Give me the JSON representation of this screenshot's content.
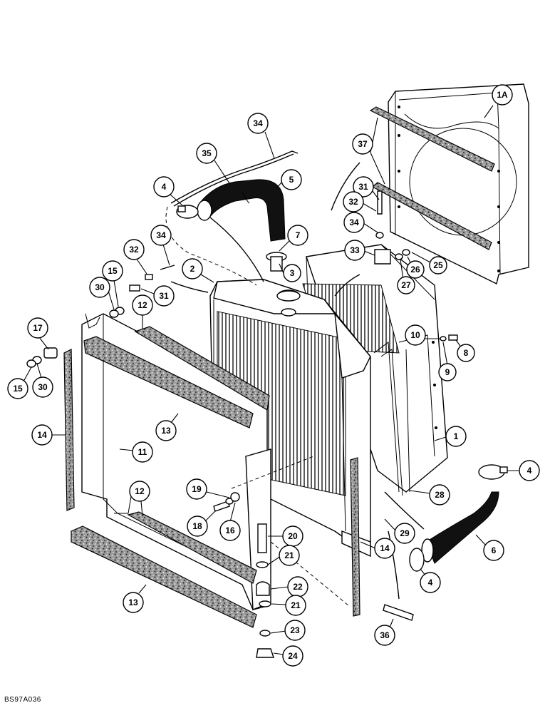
{
  "figure_code": "BS97A036",
  "callouts": {
    "c1a": "1A",
    "c37": "37",
    "c31a": "31",
    "c32a": "32",
    "c34a": "34",
    "c33": "33",
    "c26": "26",
    "c25": "25",
    "c27": "27",
    "c34b": "34",
    "c35": "35",
    "c4a": "4",
    "c5": "5",
    "c7": "7",
    "c3": "3",
    "c2": "2",
    "c34c": "34",
    "c32b": "32",
    "c31b": "31",
    "c15a": "15",
    "c30a": "30",
    "c12a": "12",
    "c17": "17",
    "c15b": "15",
    "c30b": "30",
    "c10": "10",
    "c8": "8",
    "c9": "9",
    "c1": "1",
    "c14a": "14",
    "c13a": "13",
    "c11": "11",
    "c4b": "4",
    "c19": "19",
    "c12b": "12",
    "c28": "28",
    "c18": "18",
    "c16": "16",
    "c20": "20",
    "c21a": "21",
    "c14b": "14",
    "c29": "29",
    "c6": "6",
    "c4c": "4",
    "c22": "22",
    "c21b": "21",
    "c13b": "13",
    "c23": "23",
    "c36": "36",
    "c24": "24"
  }
}
